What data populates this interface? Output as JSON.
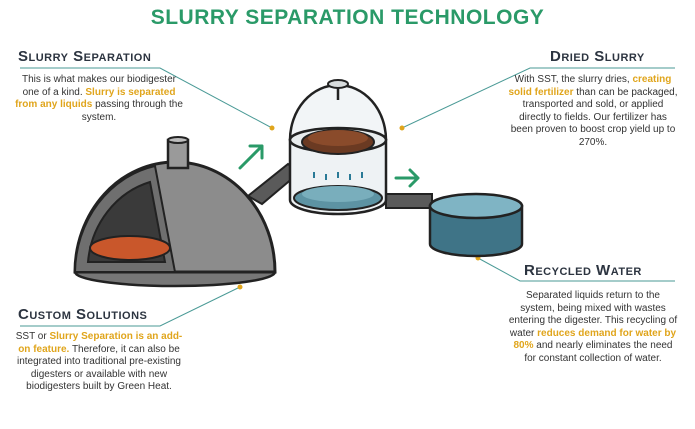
{
  "title": "SLURRY SEPARATION TECHNOLOGY",
  "colors": {
    "title_green": "#2a9a68",
    "highlight_yellow": "#e0a51c",
    "heading_dark": "#2c3440",
    "leader_teal": "#4a9a96"
  },
  "sections": {
    "slurry_separation": {
      "heading": "Slurry Separation",
      "text_before": "This is what makes our biodigester one of a kind.",
      "highlight": "Slurry is separated from any liquids",
      "text_after": "passing through the system."
    },
    "dried_slurry": {
      "heading": "Dried Slurry",
      "text_before": "With SST, the slurry dries,",
      "highlight": "creating solid fertilizer",
      "text_after": "than can be packaged, transported and sold, or applied directly to fields. Our fertilizer has been proven to boost crop yield up to 270%."
    },
    "custom_solutions": {
      "heading": "Custom Solutions",
      "text_before": "SST or",
      "highlight": "Slurry Separation is an add-on feature.",
      "text_after": "Therefore, it can also be integrated into traditional pre-existing digesters or available with new biodigesters built by Green Heat."
    },
    "recycled_water": {
      "heading": "Recycled Water",
      "text_before": "Separated liquids return to the system, being mixed with wastes entering the digester. This recycling of water",
      "highlight": "reduces demand for water by 80%",
      "text_after": "and nearly eliminates the need for constant collection of water."
    }
  },
  "icons": [
    "biodigester-dome-icon",
    "separator-unit-icon",
    "water-tank-icon",
    "flow-arrow-icon"
  ]
}
